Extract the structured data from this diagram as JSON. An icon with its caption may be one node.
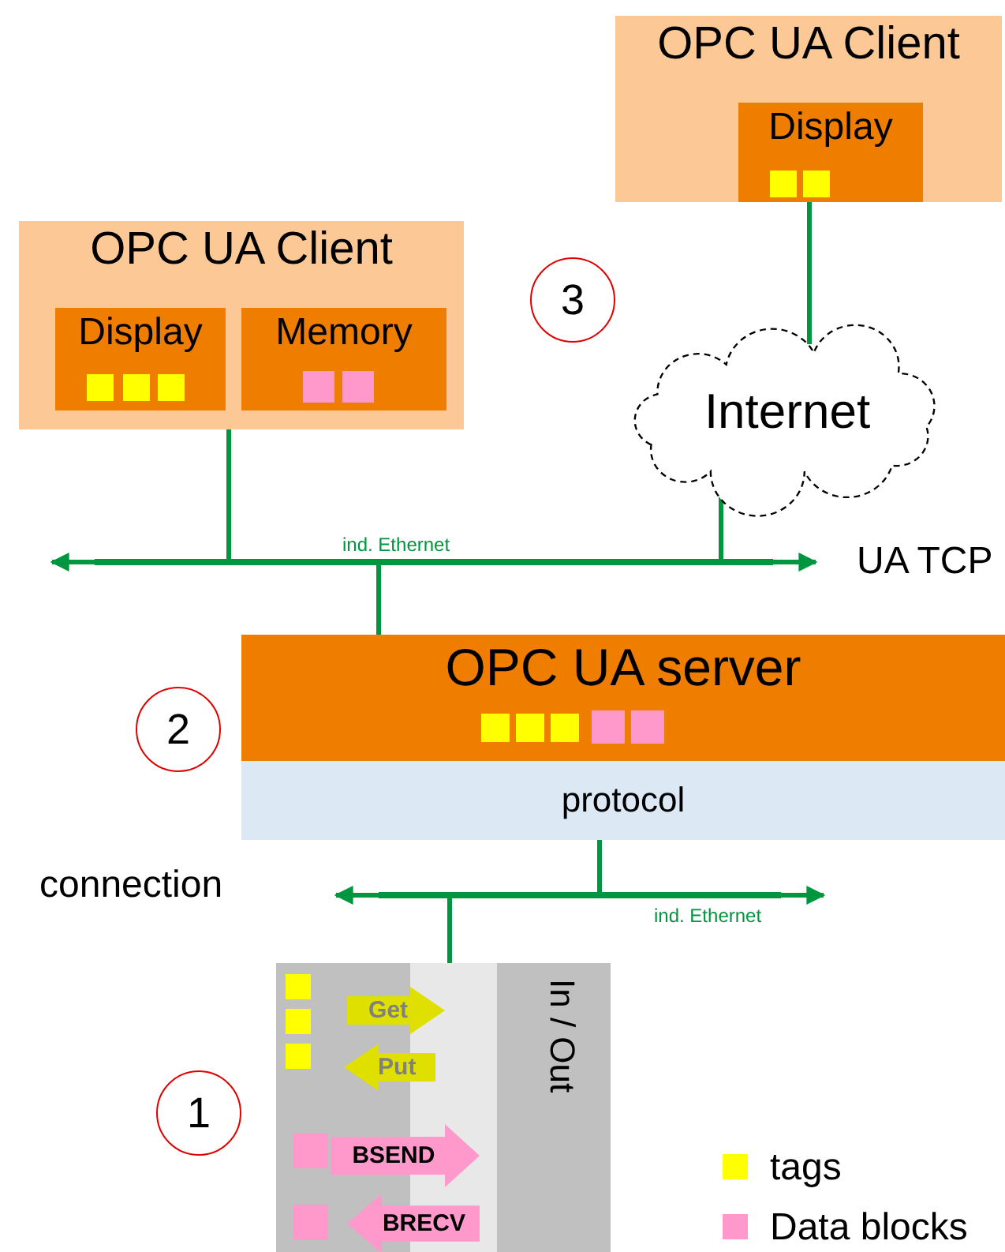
{
  "diagram": {
    "nodes": [
      {
        "text": [
          "OPC UA Client"
        ]
      },
      {
        "text": [
          "Display"
        ],
        "in": 0
      },
      {
        "text": [],
        "shape": "box",
        "in": 1
      },
      {
        "text": [],
        "shape": "box",
        "in": 1
      },
      {
        "text": [
          "Internet"
        ]
      },
      {
        "text": [
          "3"
        ]
      },
      {
        "text": [
          "OPC UA Client"
        ]
      },
      {
        "text": [
          "Display"
        ],
        "in": 6
      },
      {
        "text": [],
        "shape": "box",
        "in": 7
      },
      {
        "text": [],
        "shape": "box",
        "in": 7
      },
      {
        "text": [],
        "shape": "box",
        "in": 7
      },
      {
        "text": [
          "Memory"
        ],
        "in": 6
      },
      {
        "text": [],
        "shape": "box",
        "in": 11
      },
      {
        "text": [],
        "shape": "box",
        "in": 11
      },
      {
        "text": [],
        "shape": "bar",
        "beside": [
          "ind. Ethernet"
        ]
      },
      {
        "text": [
          "2"
        ]
      },
      {
        "text": [
          "OPC UA server"
        ]
      },
      {
        "text": [],
        "shape": "box",
        "in": 16
      },
      {
        "text": [],
        "shape": "box",
        "in": 16
      },
      {
        "text": [],
        "shape": "box",
        "in": 16
      },
      {
        "text": [],
        "shape": "box",
        "in": 16
      },
      {
        "text": [],
        "shape": "box",
        "in": 16
      },
      {
        "text": [
          "protocol"
        ]
      },
      {
        "text": [],
        "shape": "bar",
        "beside": [
          "ind. Ethernet"
        ]
      },
      {
        "text": [
          "1"
        ]
      },
      {
        "text": [],
        "shape": "box"
      },
      {
        "text": [],
        "shape": "box",
        "in": 25
      },
      {
        "text": [],
        "shape": "box",
        "in": 25
      },
      {
        "text": [],
        "shape": "box",
        "in": 25
      },
      {
        "text": [],
        "shape": "box",
        "in": 25
      },
      {
        "text": [],
        "shape": "box",
        "in": 25
      },
      {
        "text": [
          "Get"
        ]
      },
      {
        "text": [
          "Put"
        ]
      },
      {
        "text": [
          "BSEND"
        ]
      },
      {
        "text": [
          "BRECV"
        ]
      },
      {
        "text": [],
        "shape": "box"
      },
      {
        "text": [
          "In / Out"
        ]
      }
    ],
    "edges": [
      {
        "from": 0,
        "to": 4,
        "arrow": "none",
        "color": "#00963f"
      },
      {
        "from": 4,
        "to": 14,
        "arrow": "none",
        "color": "#00963f"
      },
      {
        "from": 6,
        "to": 14,
        "arrow": "none",
        "color": "#00963f"
      },
      {
        "from": 14,
        "to": null,
        "arrow": "to",
        "color": "#00963f"
      },
      {
        "from": 14,
        "to": null,
        "arrow": "to",
        "color": "#00963f"
      },
      {
        "from": 14,
        "to": 16,
        "arrow": "none",
        "color": "#00963f"
      },
      {
        "from": 22,
        "to": 23,
        "arrow": "none",
        "color": "#00963f"
      },
      {
        "from": 23,
        "to": null,
        "arrow": "to",
        "color": "#00963f"
      },
      {
        "from": 23,
        "to": null,
        "arrow": "to",
        "color": "#00963f"
      },
      {
        "from": 23,
        "to": 35,
        "arrow": "none",
        "color": "#00963f"
      }
    ],
    "labels": [
      "UA TCP",
      "connection"
    ],
    "legend": [
      {
        "text": "tags",
        "color": "#ffff00"
      },
      {
        "text": "Data blocks",
        "color": "#ff99cc"
      }
    ]
  }
}
